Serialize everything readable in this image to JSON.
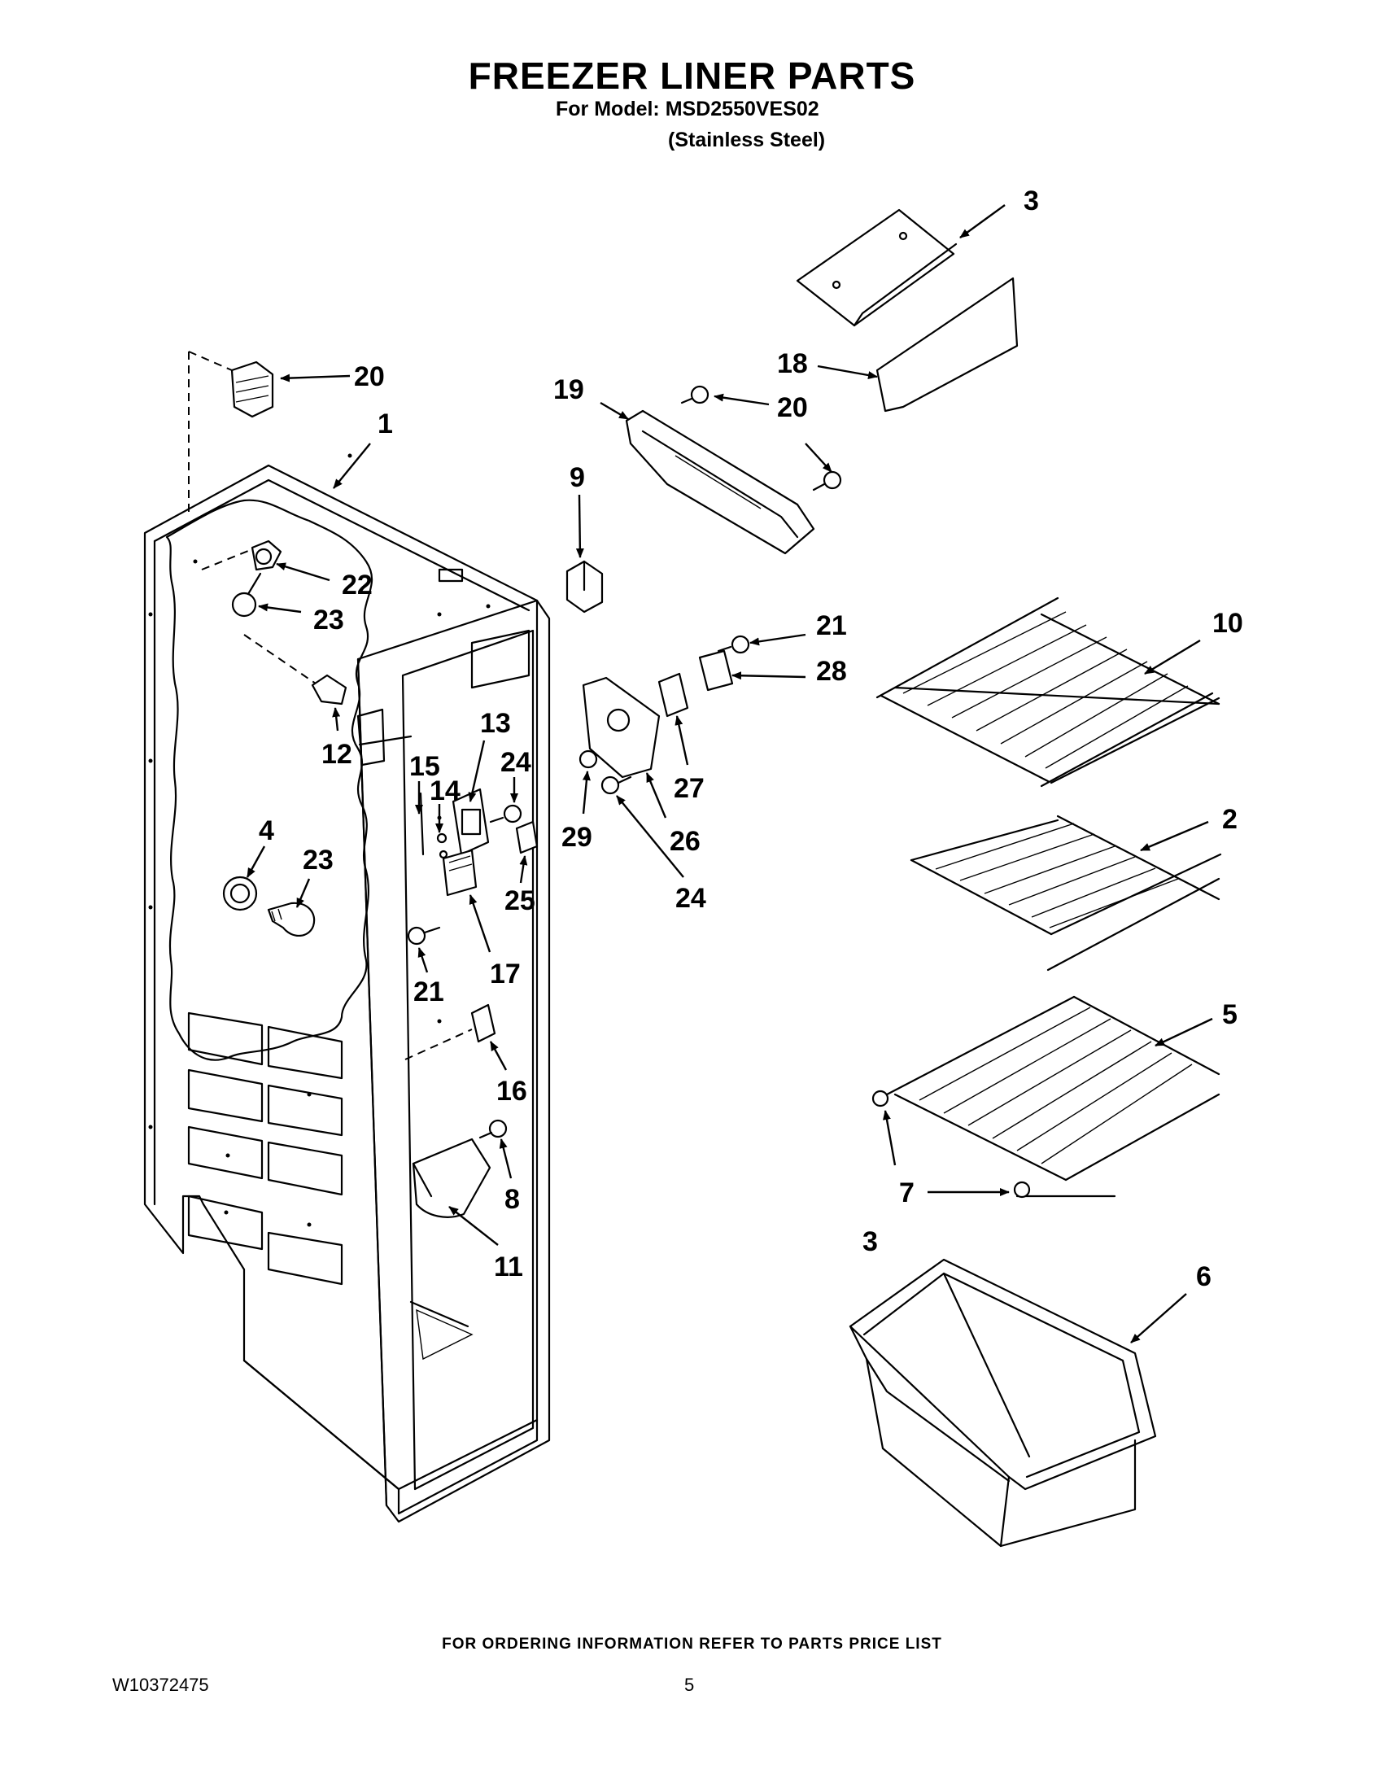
{
  "header": {
    "title": "FREEZER LINER PARTS",
    "model_line": "For Model: MSD2550VES02",
    "variant_line": "(Stainless Steel)"
  },
  "footer": {
    "ordering_info": "FOR ORDERING INFORMATION REFER TO PARTS PRICE LIST",
    "document_number": "W10372475",
    "page_number": "5"
  },
  "callouts": {
    "c1": "1",
    "c2": "2",
    "c3a": "3",
    "c3b": "3",
    "c4": "4",
    "c5": "5",
    "c6": "6",
    "c7": "7",
    "c8": "8",
    "c9": "9",
    "c10": "10",
    "c11": "11",
    "c12": "12",
    "c13": "13",
    "c14": "14",
    "c15": "15",
    "c16": "16",
    "c17": "17",
    "c18": "18",
    "c19": "19",
    "c20a": "20",
    "c20b": "20",
    "c21a": "21",
    "c21b": "21",
    "c22": "22",
    "c23a": "23",
    "c23b": "23",
    "c24a": "24",
    "c24b": "24",
    "c25": "25",
    "c26": "26",
    "c27": "27",
    "c28": "28",
    "c29": "29"
  }
}
